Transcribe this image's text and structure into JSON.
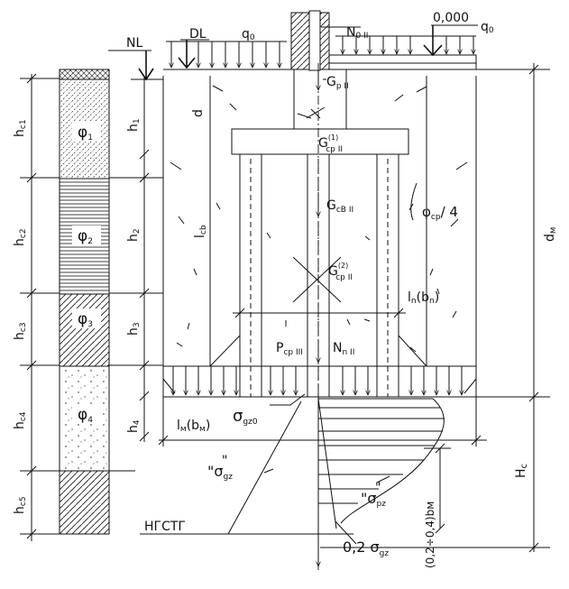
{
  "levels": {
    "nl": "NL",
    "dl": "DL",
    "zero": "0,000",
    "ngstg": "НГСТГ"
  },
  "loads": {
    "q0_left": "q",
    "q0_right": "q",
    "q0_sub": "0",
    "n0": "N",
    "n0_sub": "0 II"
  },
  "forces": {
    "g_p": "G",
    "g_p_sub": "p II",
    "g_cp1": "G",
    "g_cp1_sup": "(1)",
    "g_cp1_sub": "cp II",
    "g_cb": "G",
    "g_cb_sub": "cB II",
    "g_cp2": "G",
    "g_cp2_sup": "(2)",
    "g_cp2_sub": "cp II",
    "n_n": "N",
    "n_n_sub": "n II",
    "p_cp": "P",
    "p_cp_sub": "cp III"
  },
  "angles": {
    "phi_cp4": "φ",
    "phi_cp4_sub": "cp",
    "phi_cp4_tail": "/ 4"
  },
  "dims": {
    "d": "d",
    "dm": "d",
    "dm_sub": "м",
    "lc": "l",
    "lc_sub": "cb",
    "ln": "l",
    "ln_sub": "n",
    "ln_paren": "(b",
    "ln_paren_sub": "n",
    "ln_close": ")",
    "lm": "l",
    "lm_sub": "м",
    "lm_paren": "(b",
    "lm_paren_sub": "м",
    "lm_close": ")",
    "hc": "H",
    "hc_sub": "c",
    "range": "(0,2÷0,4)bм",
    "h1": "h",
    "h1_sub": "1",
    "h2": "h",
    "h2_sub": "2",
    "h3": "h",
    "h3_sub": "3",
    "h4": "h",
    "h4_sub": "4"
  },
  "layers": [
    {
      "label": "h",
      "sub": "c1",
      "phi": "φ",
      "phi_sub": "1"
    },
    {
      "label": "h",
      "sub": "c2",
      "phi": "φ",
      "phi_sub": "2"
    },
    {
      "label": "h",
      "sub": "c3",
      "phi": "φ",
      "phi_sub": "3"
    },
    {
      "label": "h",
      "sub": "c4",
      "phi": "φ",
      "phi_sub": "4"
    },
    {
      "label": "h",
      "sub": "c5",
      "phi": "",
      "phi_sub": ""
    }
  ],
  "stress": {
    "sigma_gz0": "σ",
    "sigma_gz0_sub": "gz0",
    "sigma_gz_q": "\"σ",
    "sigma_gz_sub": "gz",
    "sigma_gz_close": "\"",
    "sigma_pz_q": "\"σ",
    "sigma_pz_sub": "pz",
    "sigma_pz_close": "\"",
    "sigma_02": "0,2 σ",
    "sigma_02_sub": "gz"
  }
}
